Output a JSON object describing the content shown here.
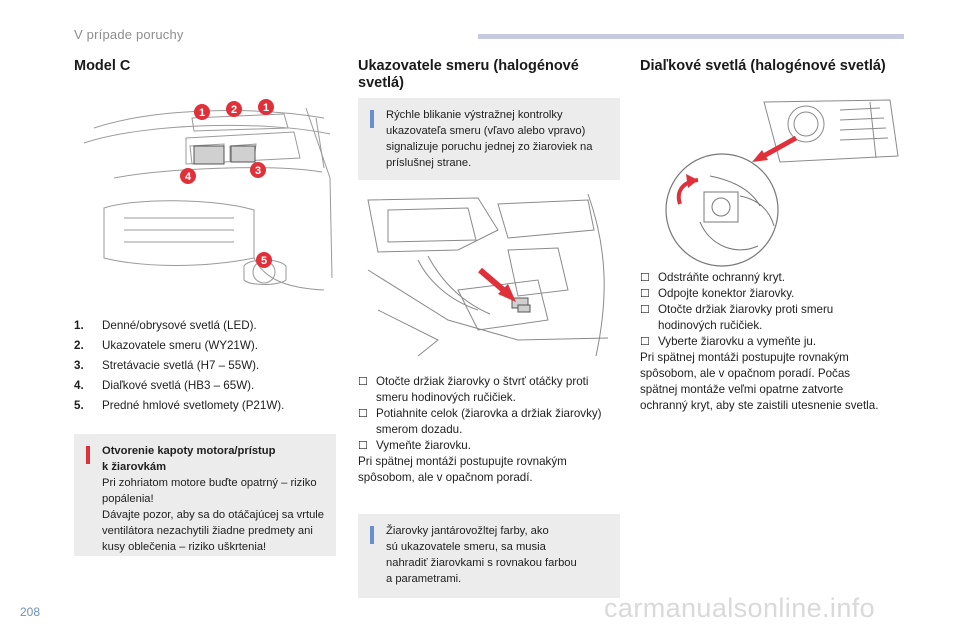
{
  "header": {
    "title": "V prípade poruchy"
  },
  "page_number": "208",
  "watermark": "carmanualsonline.info",
  "col1": {
    "heading": "Model C",
    "figure_markers": [
      "1",
      "2",
      "1",
      "3",
      "4",
      "5"
    ],
    "list": [
      {
        "num": "1.",
        "text": "Denné/obrysové svetlá (LED)."
      },
      {
        "num": "2.",
        "text": "Ukazovatele smeru (WY21W)."
      },
      {
        "num": "3.",
        "text": "Stretávacie svetlá (H7 – 55W)."
      },
      {
        "num": "4.",
        "text": "Diaľkové svetlá (HB3 – 65W)."
      },
      {
        "num": "5.",
        "text": "Predné hmlové svetlomety (P21W)."
      }
    ],
    "warning": {
      "title_line1": "Otvorenie kapoty motora/prístup",
      "title_line2": "k žiarovkám",
      "body_line1": "Pri zohriatom motore buďte opatrný – riziko",
      "body_line2": "popálenia!",
      "body_line3": "Dávajte pozor, aby sa do otáčajúcej sa vrtule",
      "body_line4": "ventilátora nezachytili žiadne predmety ani",
      "body_line5": "kusy oblečenia – riziko uškrtenia!"
    }
  },
  "col2": {
    "heading_line1": "Ukazovatele smeru (halogénové",
    "heading_line2": "svetlá)",
    "info1": {
      "line1": "Rýchle blikanie výstražnej kontrolky",
      "line2": "ukazovateľa smeru (vľavo alebo vpravo)",
      "line3": "signalizuje poruchu jednej zo žiaroviek na",
      "line4": "príslušnej strane."
    },
    "steps": [
      {
        "line1": "Otočte držiak žiarovky o štvrť otáčky proti",
        "line2": "smeru hodinových ručičiek."
      },
      {
        "line1": "Potiahnite celok (žiarovka a držiak žiarovky)",
        "line2": "smerom dozadu."
      },
      {
        "line1": "Vymeňte žiarovku.",
        "line2": ""
      }
    ],
    "para_line1": "Pri spätnej montáži postupujte rovnakým",
    "para_line2": "spôsobom, ale v opačnom poradí.",
    "info2": {
      "line1": "Žiarovky jantárovožltej farby, ako",
      "line2": "sú ukazovatele smeru, sa musia",
      "line3": "nahradiť žiarovkami s rovnakou farbou",
      "line4": "a parametrami."
    }
  },
  "col3": {
    "heading": "Diaľkové svetlá (halogénové svetlá)",
    "steps": [
      {
        "line1": "Odstráňte ochranný kryt.",
        "line2": ""
      },
      {
        "line1": "Odpojte konektor žiarovky.",
        "line2": ""
      },
      {
        "line1": "Otočte držiak žiarovky proti smeru",
        "line2": "hodinových ručičiek."
      },
      {
        "line1": "Vyberte žiarovku a vymeňte ju.",
        "line2": ""
      }
    ],
    "para_line1": "Pri spätnej montáži postupujte rovnakým",
    "para_line2": "spôsobom, ale v opačnom poradí. Počas",
    "para_line3": "spätnej montáže veľmi opatrne zatvorte",
    "para_line4": "ochranný kryt, aby ste zaistili utesnenie svetla."
  },
  "colors": {
    "marker_red": "#e0303a",
    "info_accent": "#6a8fd0",
    "header_rule": "#c7cbe0",
    "callout_bg": "#ececec"
  },
  "icons": [
    "info-bar-icon",
    "warning-bar-icon",
    "checkbox-bullet-icon",
    "red-arrow-icon",
    "rotate-arrow-icon"
  ]
}
